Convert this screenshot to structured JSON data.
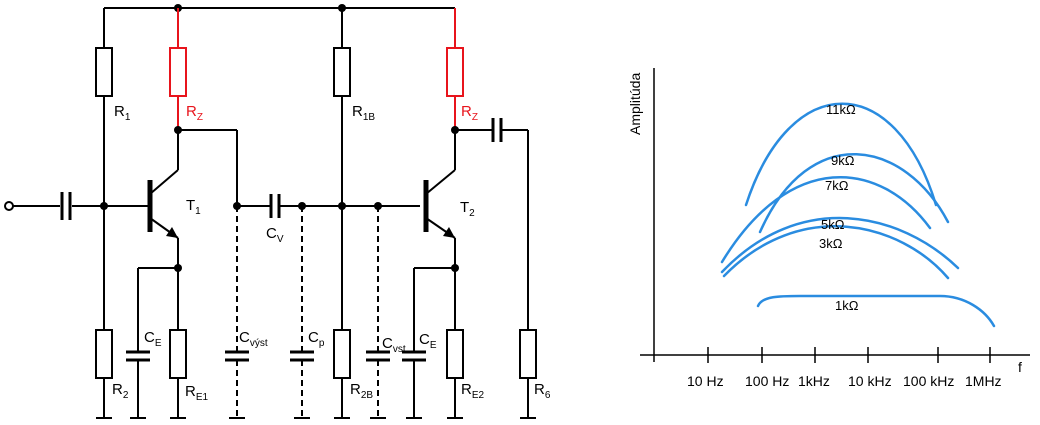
{
  "colors": {
    "wire": "#000000",
    "collector_resistor": "#e8141c",
    "curve": "#2a8ce0"
  },
  "circuit": {
    "labels": {
      "r1": {
        "main": "R",
        "sub": "1"
      },
      "rz1": {
        "main": "R",
        "sub": "Z"
      },
      "r1b": {
        "main": "R",
        "sub": "1B"
      },
      "rz2": {
        "main": "R",
        "sub": "Z"
      },
      "t1": {
        "main": "T",
        "sub": "1"
      },
      "t2": {
        "main": "T",
        "sub": "2"
      },
      "cv": {
        "main": "C",
        "sub": "V"
      },
      "ce1": {
        "main": "C",
        "sub": "E"
      },
      "ce2": {
        "main": "C",
        "sub": "E"
      },
      "cvyst": {
        "main": "C",
        "sub": "výst"
      },
      "cp": {
        "main": "C",
        "sub": "p"
      },
      "cvst": {
        "main": "C",
        "sub": "vst"
      },
      "r2": {
        "main": "R",
        "sub": "2"
      },
      "re1": {
        "main": "R",
        "sub": "E1"
      },
      "r2b": {
        "main": "R",
        "sub": "2B"
      },
      "re2": {
        "main": "R",
        "sub": "E2"
      },
      "r6": {
        "main": "R",
        "sub": "6"
      }
    }
  },
  "graph": {
    "y_axis_label": "Amplitúda",
    "x_axis_label": "f",
    "x_ticks": [
      "10 Hz",
      "100 Hz",
      "1kHz",
      "10 kHz",
      "100 kHz",
      "1MHz"
    ],
    "curves": [
      {
        "label": "11kΩ"
      },
      {
        "label": "9kΩ"
      },
      {
        "label": "7kΩ"
      },
      {
        "label": "5kΩ"
      },
      {
        "label": "3kΩ"
      },
      {
        "label": "1kΩ"
      }
    ]
  }
}
